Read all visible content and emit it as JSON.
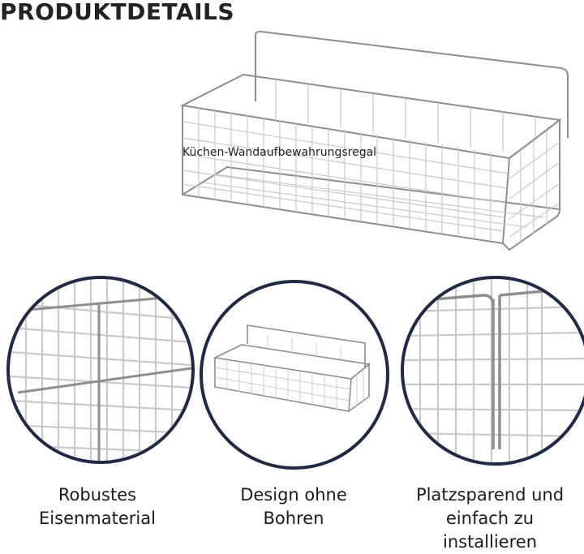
{
  "header": {
    "title": "PRODUKTDETAILS"
  },
  "hero": {
    "label": "Küchen-Wandaufbewahrungsregal"
  },
  "features": [
    {
      "lines": [
        "Robustes",
        "Eisenmaterial"
      ]
    },
    {
      "lines": [
        "Design ohne",
        "Bohren"
      ]
    },
    {
      "lines": [
        "Platzsparend und",
        "einfach zu",
        "installieren"
      ]
    }
  ],
  "colors": {
    "circle_border": "#1f2a44",
    "wire": "#c9c9c9",
    "wire_dark": "#8e8e8e"
  }
}
